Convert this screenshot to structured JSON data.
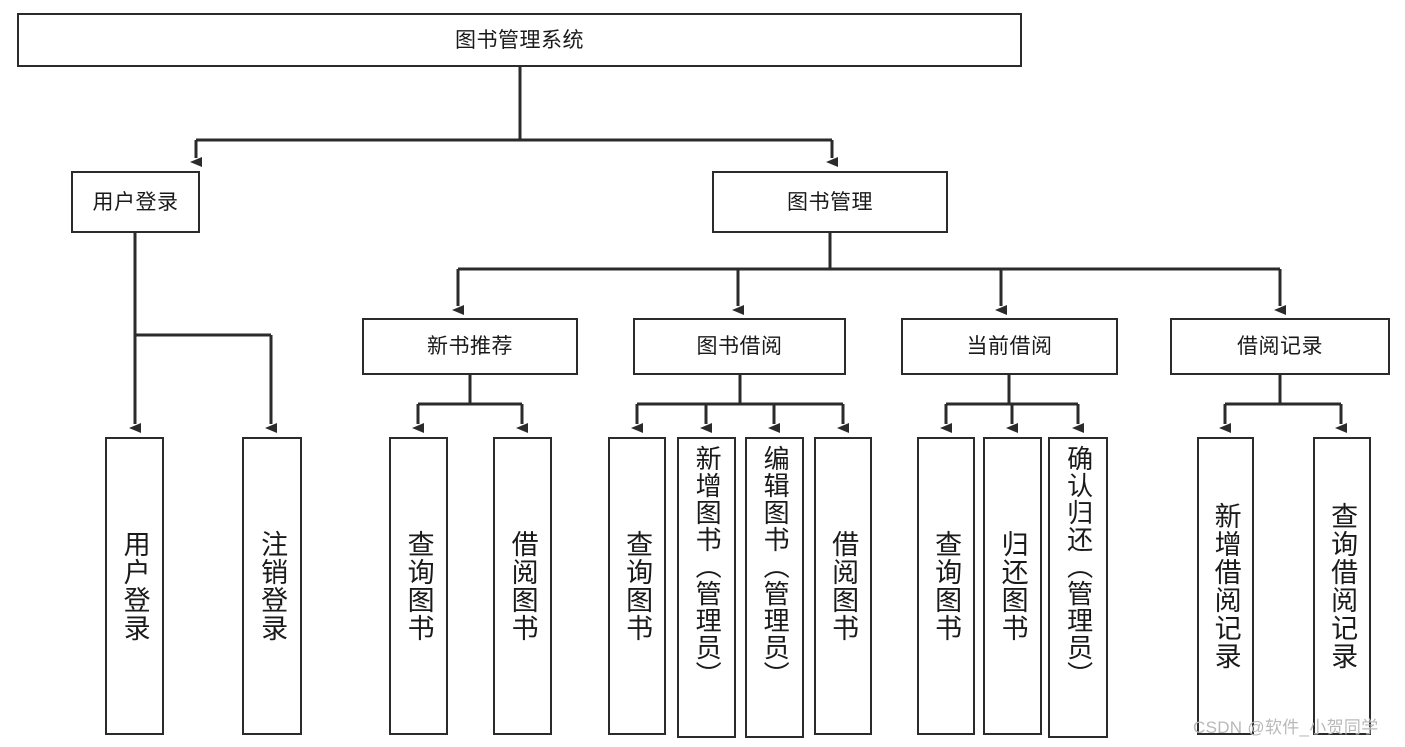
{
  "diagram": {
    "title": "图书管理系统",
    "type": "hierarchy-tree",
    "orientation": "top-down",
    "colors": {
      "box_border": "#2b2b2b",
      "box_fill": "#ffffff",
      "connector": "#2b2b2b",
      "background": "#ffffff",
      "watermark": "#b9b9b9"
    }
  },
  "root": {
    "label": "图书管理系统"
  },
  "level2": [
    {
      "label": "用户登录"
    },
    {
      "label": "图书管理"
    }
  ],
  "level3": [
    {
      "label": "新书推荐"
    },
    {
      "label": "图书借阅"
    },
    {
      "label": "当前借阅"
    },
    {
      "label": "借阅记录"
    }
  ],
  "leaves": {
    "user_login": [
      {
        "label": "用户登录"
      },
      {
        "label": "注销登录"
      }
    ],
    "new_book": [
      {
        "label": "查询图书"
      },
      {
        "label": "借阅图书"
      }
    ],
    "book_borrow": [
      {
        "label": "查询图书"
      },
      {
        "label": "新增图书（管理员）"
      },
      {
        "label": "编辑图书（管理员）"
      },
      {
        "label": "借阅图书"
      }
    ],
    "current_borrow": [
      {
        "label": "查询图书"
      },
      {
        "label": "归还图书"
      },
      {
        "label": "确认归还（管理员）"
      }
    ],
    "borrow_record": [
      {
        "label": "新增借阅记录"
      },
      {
        "label": "查询借阅记录"
      }
    ]
  },
  "watermark": {
    "text": "CSDN @软件_小贺同学"
  }
}
